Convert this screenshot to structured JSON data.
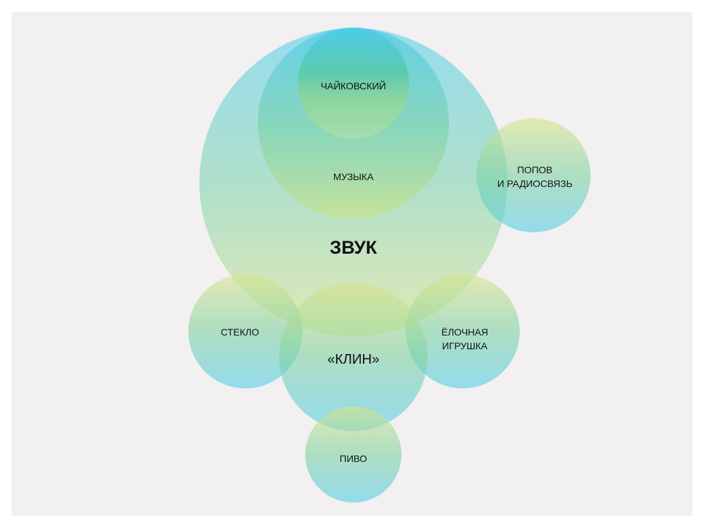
{
  "diagram": {
    "center": "ЗВУК",
    "nodes": {
      "music": "МУЗЫКА",
      "tchaikovsky": "ЧАЙКОВСКИЙ",
      "popov_line1": "ПОПОВ",
      "popov_line2": "И РАДИОСВЯЗЬ",
      "glass": "СТЕКЛО",
      "klin": "«КЛИН»",
      "toy_line1": "ЁЛОЧНАЯ",
      "toy_line2": "ИГРУШКА",
      "beer": "ПИВО"
    },
    "colors": {
      "background": "#f2f0f1",
      "cyan": "#3cc8ea",
      "green": "#49c28e",
      "lime": "#cfe27a"
    }
  }
}
